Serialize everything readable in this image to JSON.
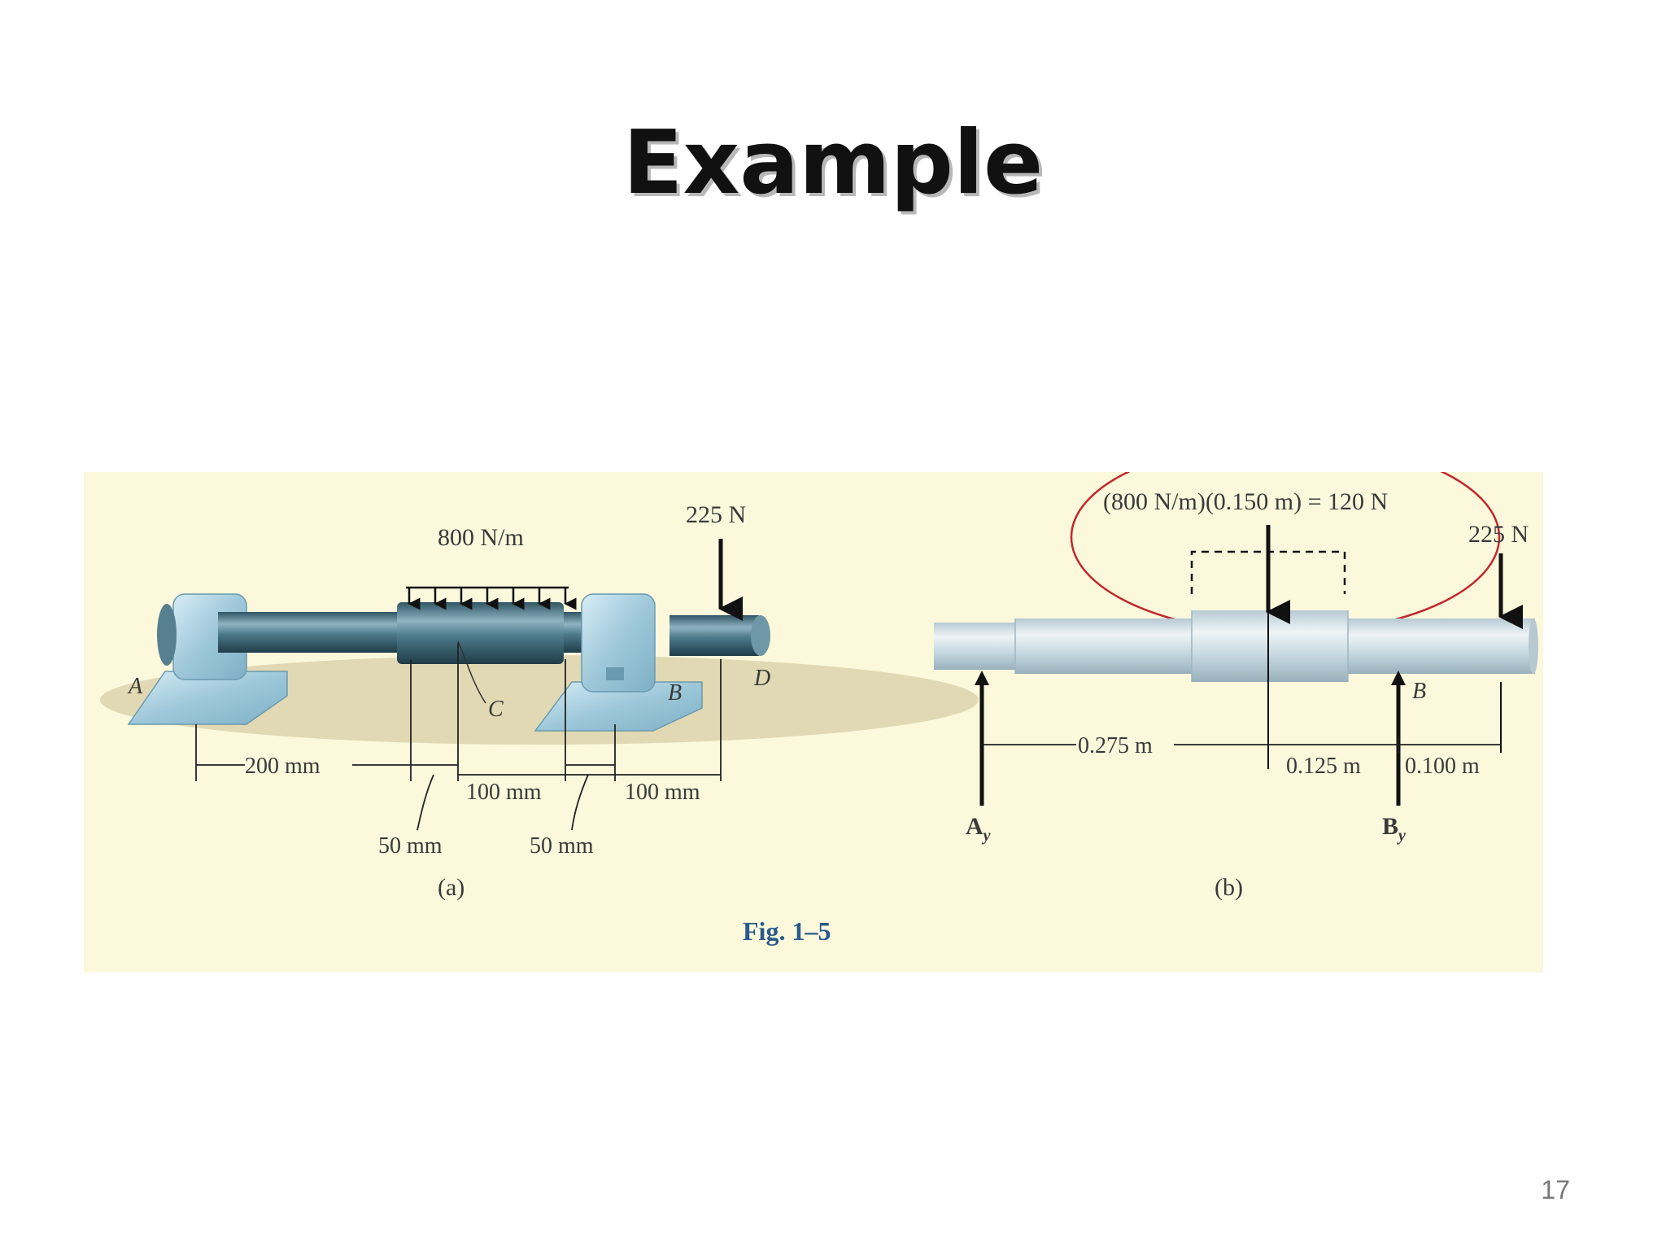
{
  "slide": {
    "title": "Example",
    "page_number": "17"
  },
  "figure": {
    "caption": "Fig. 1–5",
    "a": {
      "sublabel": "(a)",
      "dist_load": "800 N/m",
      "point_load": "225 N",
      "point_A": "A",
      "point_B": "B",
      "point_C": "C",
      "point_D": "D",
      "dim_200": "200 mm",
      "dim_100a": "100 mm",
      "dim_100b": "100 mm",
      "dim_50a": "50 mm",
      "dim_50b": "50 mm"
    },
    "b": {
      "sublabel": "(b)",
      "resultant": "(800 N/m)(0.150 m) = 120 N",
      "point_load": "225 N",
      "point_B": "B",
      "reaction_A": "A",
      "reaction_A_sub": "y",
      "reaction_B": "B",
      "reaction_B_sub": "y",
      "dim_0275": "0.275 m",
      "dim_0125": "0.125 m",
      "dim_0100": "0.100 m"
    }
  },
  "colors": {
    "panel_bg": "#fbf8dc",
    "shaft": "#4f7f8f",
    "support": "#a9cfe0",
    "shaft_b": "#c9dbe3",
    "highlight_ellipse": "#c0282d"
  }
}
